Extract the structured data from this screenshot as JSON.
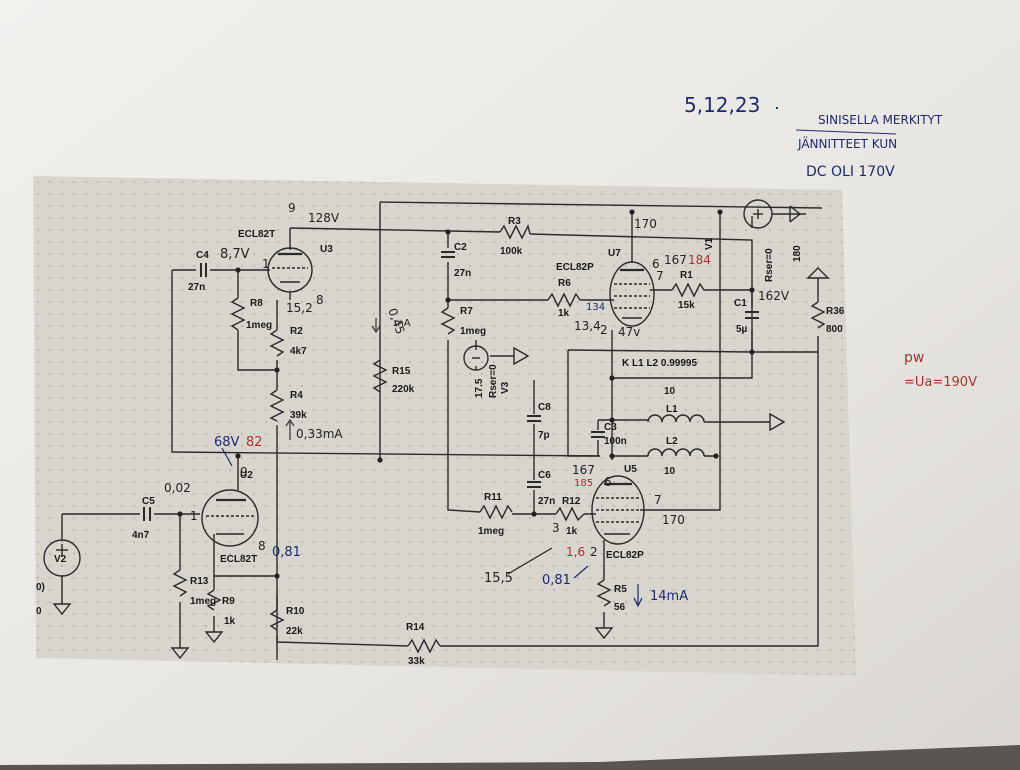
{
  "components": {
    "u3": "U3",
    "u3_type": "ECL82T",
    "u2": "U2",
    "u2_type": "ECL82T",
    "u7": "U7",
    "u7_type": "ECL82P",
    "u5": "U5",
    "u5_type": "ECL82P",
    "c4": "C4",
    "c4_val": "27n",
    "c2": "C2",
    "c2_val": "27n",
    "c5": "C5",
    "c5_val": "4n7",
    "c6": "C6",
    "c6_val": "27n",
    "c8": "C8",
    "c8_val": "7p",
    "c3": "C3",
    "c3_val": "100n",
    "c1": "C1",
    "c1_val": "5µ",
    "r8": "R8",
    "r8_val": "1meg",
    "r2": "R2",
    "r2_val": "4k7",
    "r4": "R4",
    "r4_val": "39k",
    "r15": "R15",
    "r15_val": "220k",
    "r3": "R3",
    "r3_val": "100k",
    "r7": "R7",
    "r7_val": "1meg",
    "r6": "R6",
    "r6_val": "1k",
    "r1": "R1",
    "r1_val": "15k",
    "r36": "R36",
    "r36_val": "800",
    "r11": "R11",
    "r11_val": "1meg",
    "r12": "R12",
    "r12_val": "1k",
    "r5": "R5",
    "r5_val": "56",
    "r13": "R13",
    "r13_val": "1meg",
    "r9": "R9",
    "r9_val": "1k",
    "r10": "R10",
    "r10_val": "22k",
    "r14": "R14",
    "r14_val": "33k",
    "v1": "V1",
    "v1_rser": "Rser=0",
    "v1_val": "180",
    "v3": "V3",
    "v3_rser": "Rser=0",
    "v3_val": "17.5",
    "v2": "V2",
    "l1": "L1",
    "l1_val": "10",
    "l2": "L2",
    "l2_val": "10",
    "k": "K L1 L2 0.99995",
    "left_edge_top": "0)",
    "left_edge_bottom": "0"
  },
  "handwritten": {
    "date": "5,12,23",
    "note_line1": "SINISELLA MERKITYT",
    "note_line2": "JÄNNITTEET KUN",
    "note_line3": "DC OLI 170V",
    "pin_9_u3": "9",
    "u3_plate_v": "128V",
    "u3_grid_v": "8,7V",
    "u3_grid_pin": "1",
    "u3_cath": "15,2",
    "u3_cath_pin": "8",
    "r15_current": "0,45",
    "r15_current_unit": "mA",
    "r4_current": "0,33mA",
    "u2_plate_v": "68V",
    "u2_plate_v_red": "82",
    "u2_plate_pin": "9",
    "u2_grid_v": "0,02",
    "u2_grid_pin": "1",
    "u2_cath": "0,81",
    "u2_cath_pin": "8",
    "u7_b_plus": "170",
    "u7_pin6_v": "6",
    "u7_plate_v": "167",
    "u7_plate_v_red": "184",
    "u7_pin7": "7",
    "u7_grid_v": "134",
    "u7_grid_v2": "13,4",
    "u7_cath_pin": "2",
    "u7_cath_v": "47v",
    "c1_v": "162V",
    "u5_plate_v": "167",
    "u5_plate_v_red": "185",
    "u5_pin": "6",
    "u5_pin7": "7",
    "u5_b_plus": "170",
    "u5_grid_pin": "3",
    "u5_cath_v_red": "1,6",
    "u5_cath_pin": "2",
    "u5_cath_v": "0,81",
    "r12_in_v": "15,5",
    "r5_current": "14mA",
    "pw_note1": "pw",
    "pw_note2": "=Ua=190V"
  }
}
